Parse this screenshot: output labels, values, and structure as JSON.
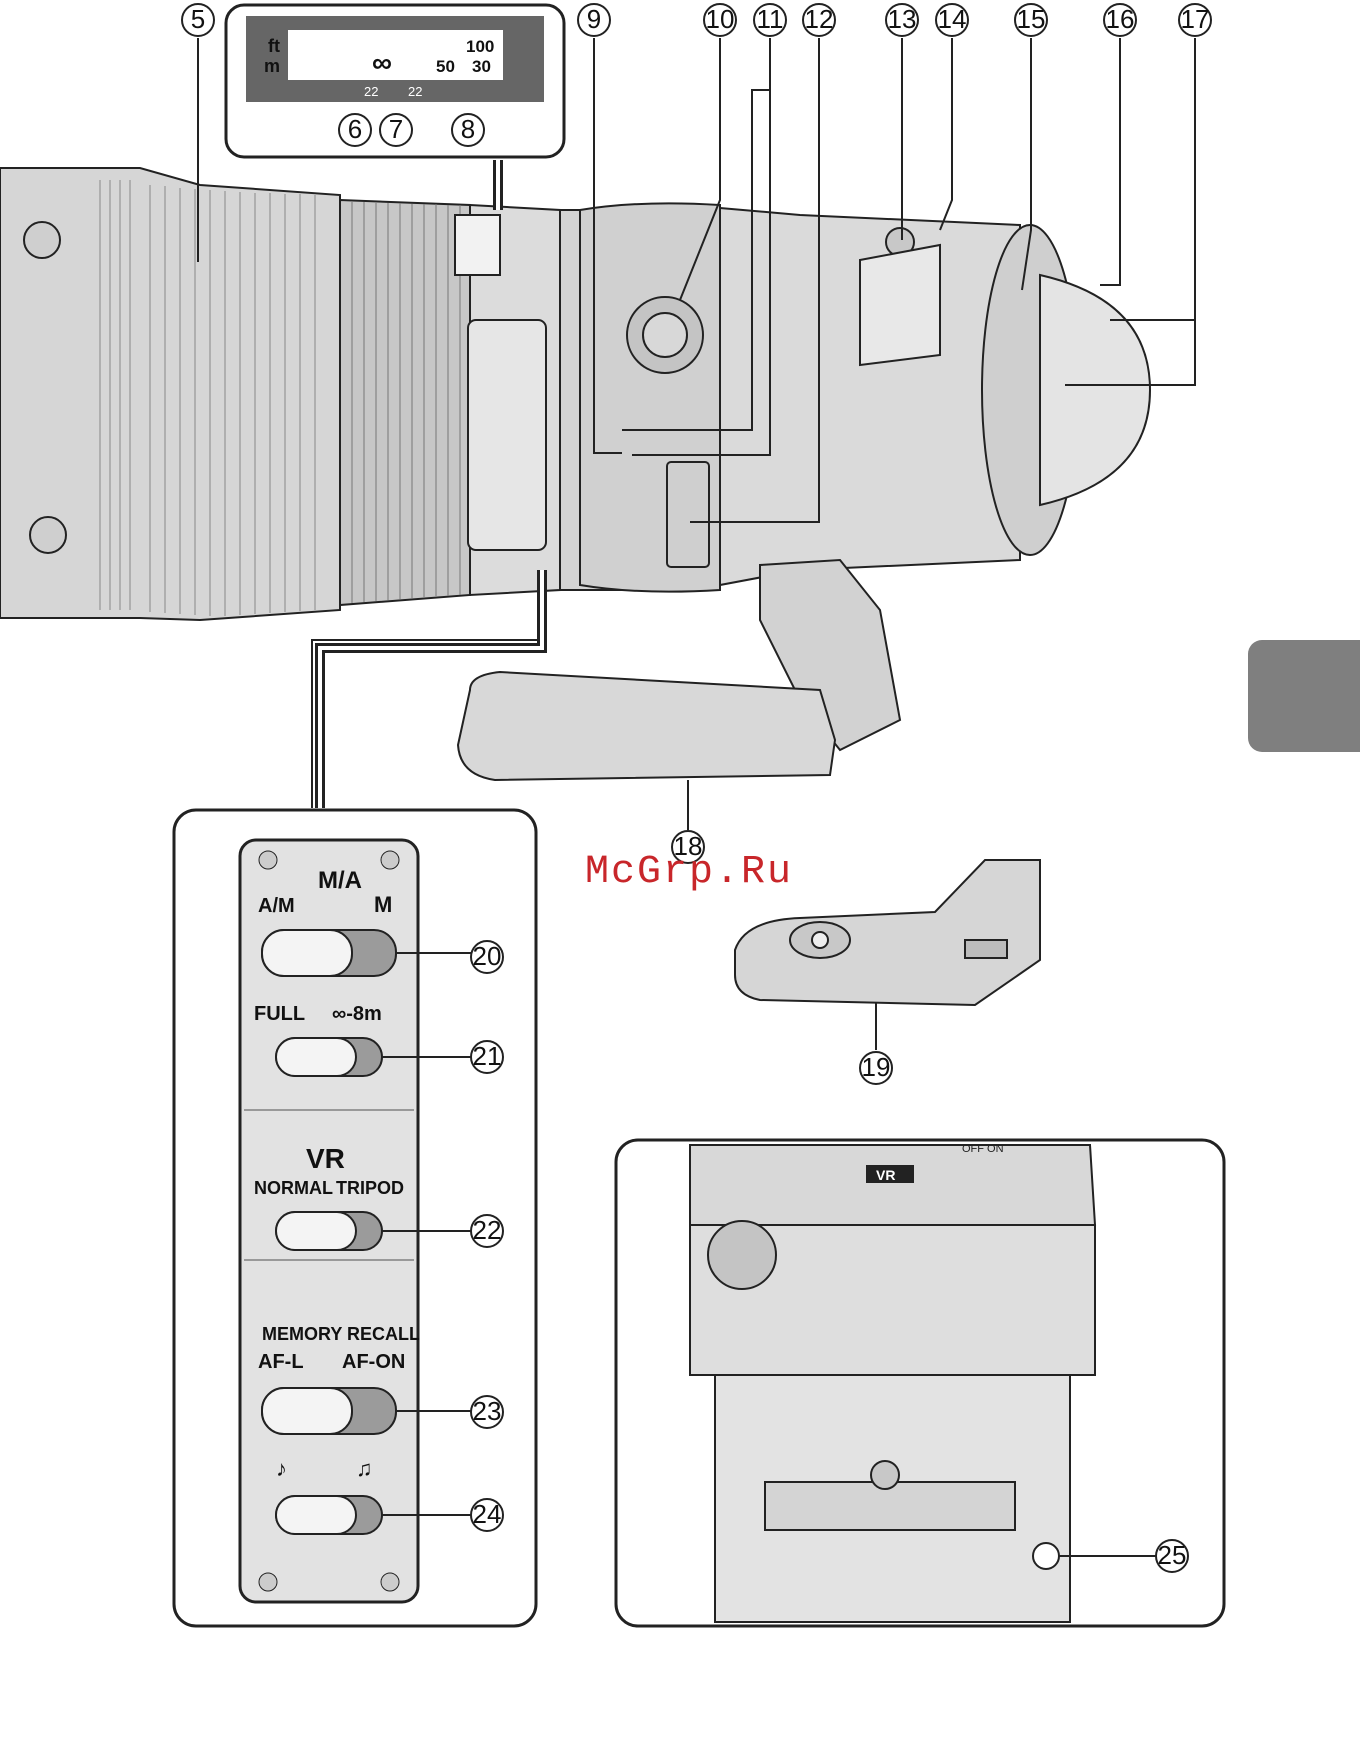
{
  "watermark": "McGrp.Ru",
  "callouts": [
    "5",
    "6",
    "7",
    "8",
    "9",
    "10",
    "11",
    "12",
    "13",
    "14",
    "15",
    "16",
    "17",
    "18",
    "19",
    "20",
    "21",
    "22",
    "23",
    "24",
    "25"
  ],
  "distance_window": {
    "unit_ft": "ft",
    "unit_m": "m",
    "infinity": "∞",
    "scale_top": "100",
    "scale_mid": "50",
    "scale_right": "30",
    "index_left": "22",
    "index_right": "22"
  },
  "switch_panel": {
    "focus_mode": {
      "top": "M/A",
      "left": "A/M",
      "right": "M"
    },
    "focus_limit": {
      "left": "FULL",
      "right": "∞-8m"
    },
    "vr": {
      "title": "VR",
      "left": "NORMAL",
      "right": "TRIPOD"
    },
    "memory": {
      "title": "MEMORY RECALL",
      "left": "AF-L",
      "right": "AF-ON"
    },
    "sound": {
      "left": "♪",
      "right": "♫"
    }
  },
  "vr_badge": "VR",
  "vr_off_on": "OFF  ON",
  "colors": {
    "lens_body": "#d9d9d9",
    "lens_dark": "#bdbdbd",
    "line": "#222222",
    "tab": "#7f7f7f",
    "watermark": "#c8262a"
  }
}
